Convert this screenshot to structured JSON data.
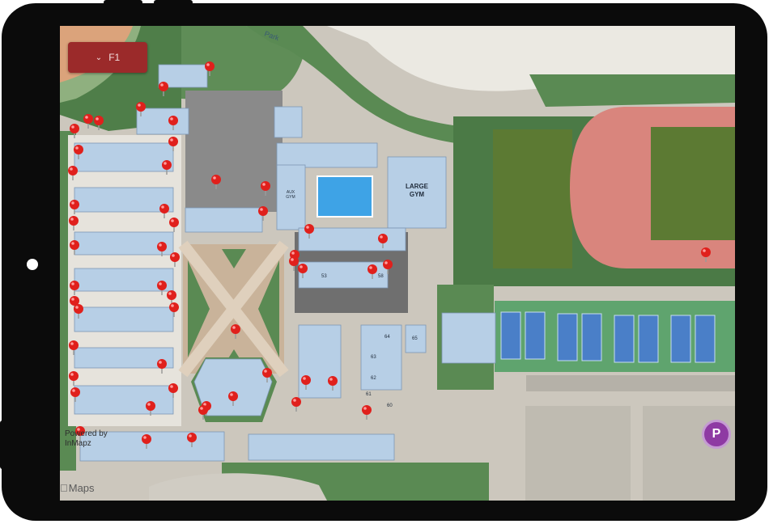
{
  "floor_selector": {
    "label": "F1",
    "chevron_icon": "chevron-down-icon"
  },
  "attribution": {
    "powered_by": "Powered by",
    "brand": "InMapz"
  },
  "apple_maps": {
    "logo_icon": "apple-icon",
    "label": "Maps"
  },
  "parking": {
    "symbol": "P",
    "icon": "parking-icon"
  },
  "map_labels": {
    "road": "Park",
    "large_gym": "LARGE\nGYM",
    "large_gym_line1": "LARGE",
    "large_gym_line2": "GYM",
    "aux_gym_line1": "AUX",
    "aux_gym_line2": "GYM",
    "b53": "53",
    "b58": "58",
    "b64": "64",
    "b63": "63",
    "b62": "62",
    "b61": "61",
    "b60": "60",
    "b65": "65"
  },
  "colors": {
    "pin_red": "#e0201c",
    "building_blue": "#b7cfe6",
    "grass_green": "#4e7d47",
    "track_red": "#d9857d",
    "pool_blue": "#3ea3e6",
    "parking_purple": "#8e3aa3"
  }
}
